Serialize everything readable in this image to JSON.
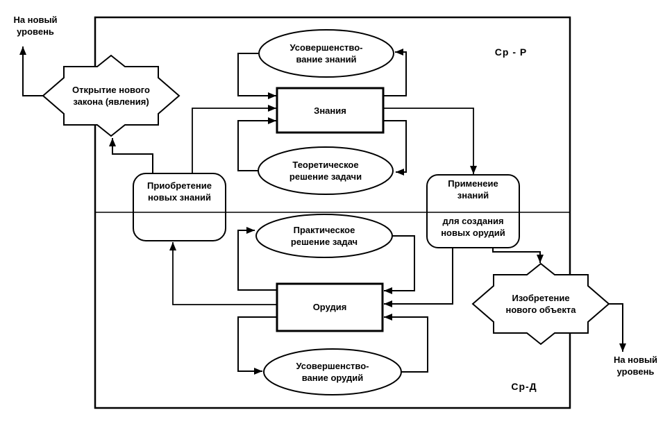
{
  "labels": {
    "upper_region": "Ср - Р",
    "lower_region": "Ср-Д",
    "exit_top_left": "На новый\nуровень",
    "exit_bottom_right": "На новый\nуровень"
  },
  "nodes": {
    "improve_knowledge": "Усовершенство-\nвание знаний",
    "knowledge": "Знания",
    "theoretical_solution": "Теоретическое\nрешение задачи",
    "acquisition": "Приобретение\nновых знаний",
    "application_upper": "Применеие\nзнаний",
    "application_lower": "для создания\nновых орудий",
    "practical_solution": "Практическое\nрешение задач",
    "tools": "Орудия",
    "improve_tools": "Усовершенство-\nвание орудий",
    "discovery": "Открытие нового\nзакона (явления)",
    "invention": "Изобретение\nнового объекта"
  },
  "colors": {
    "line": "#000000",
    "background": "#ffffff",
    "text": "#000000"
  }
}
